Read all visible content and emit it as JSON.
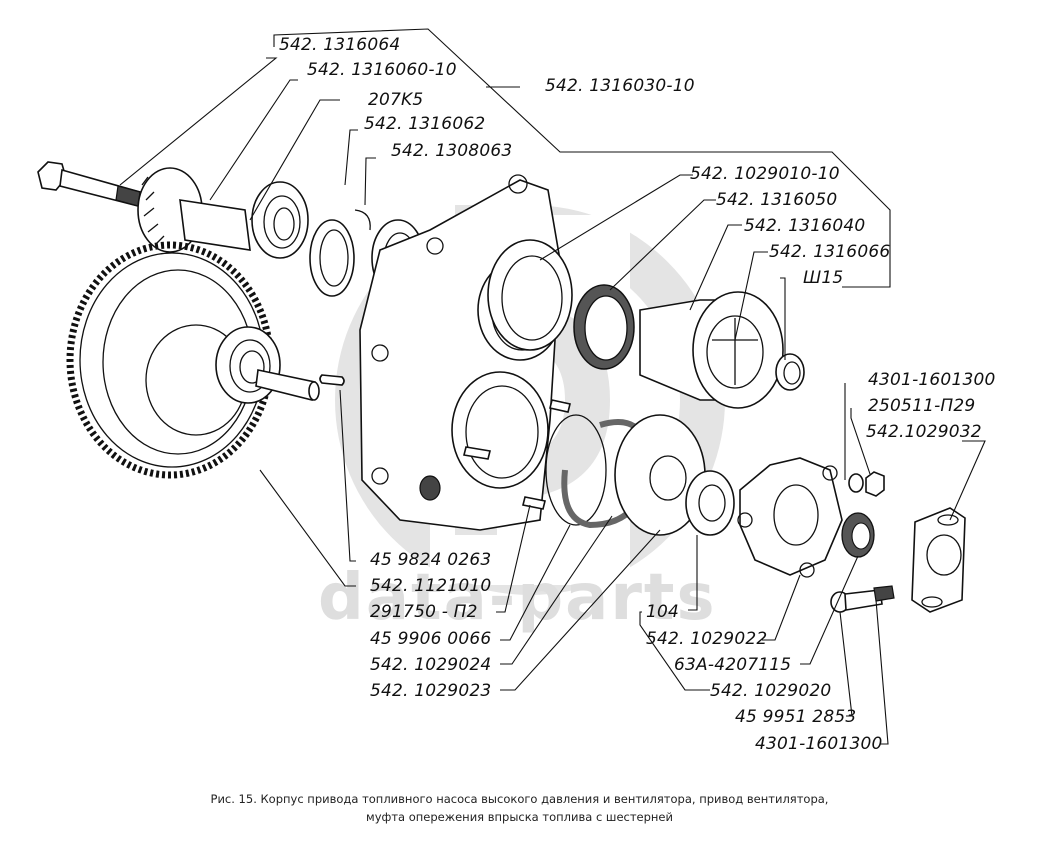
{
  "figure": {
    "caption_line1": "Рис. 15. Корпус привода топливного насоса высокого давления и вентилятора, привод вентилятора,",
    "caption_line2": "муфта опережения впрыска топлива с шестерней",
    "watermark_text": "data-parts",
    "watermark_color": "#dedede",
    "line_color": "#111111"
  },
  "callouts": [
    {
      "id": "c01",
      "part": "542. 1316064"
    },
    {
      "id": "c02",
      "part": "542. 1316060-10"
    },
    {
      "id": "c03",
      "part": "207K5"
    },
    {
      "id": "c04",
      "part": "542. 1316062"
    },
    {
      "id": "c05",
      "part": "542. 1308063"
    },
    {
      "id": "c06",
      "part": "542. 1316030-10"
    },
    {
      "id": "c07",
      "part": "542. 1029010-10"
    },
    {
      "id": "c08",
      "part": "542. 1316050"
    },
    {
      "id": "c09",
      "part": "542. 1316040"
    },
    {
      "id": "c10",
      "part": "542. 1316066"
    },
    {
      "id": "c11",
      "part": "Ш15"
    },
    {
      "id": "c12",
      "part": "4301-1601300"
    },
    {
      "id": "c13",
      "part": "250511-П29"
    },
    {
      "id": "c14",
      "part": "542.1029032"
    },
    {
      "id": "c15",
      "part": "45 9824 0263"
    },
    {
      "id": "c16",
      "part": "542. 1121010"
    },
    {
      "id": "c17",
      "part": "291750 - П2"
    },
    {
      "id": "c18",
      "part": "45 9906 0066"
    },
    {
      "id": "c19",
      "part": "542. 1029024"
    },
    {
      "id": "c20",
      "part": "542. 1029023"
    },
    {
      "id": "c21",
      "part": "104"
    },
    {
      "id": "c22",
      "part": "542. 1029022"
    },
    {
      "id": "c23",
      "part": "63A-4207115"
    },
    {
      "id": "c24",
      "part": "542. 1029020"
    },
    {
      "id": "c25",
      "part": "45 9951 2853"
    },
    {
      "id": "c26",
      "part": "4301-1601300"
    }
  ]
}
